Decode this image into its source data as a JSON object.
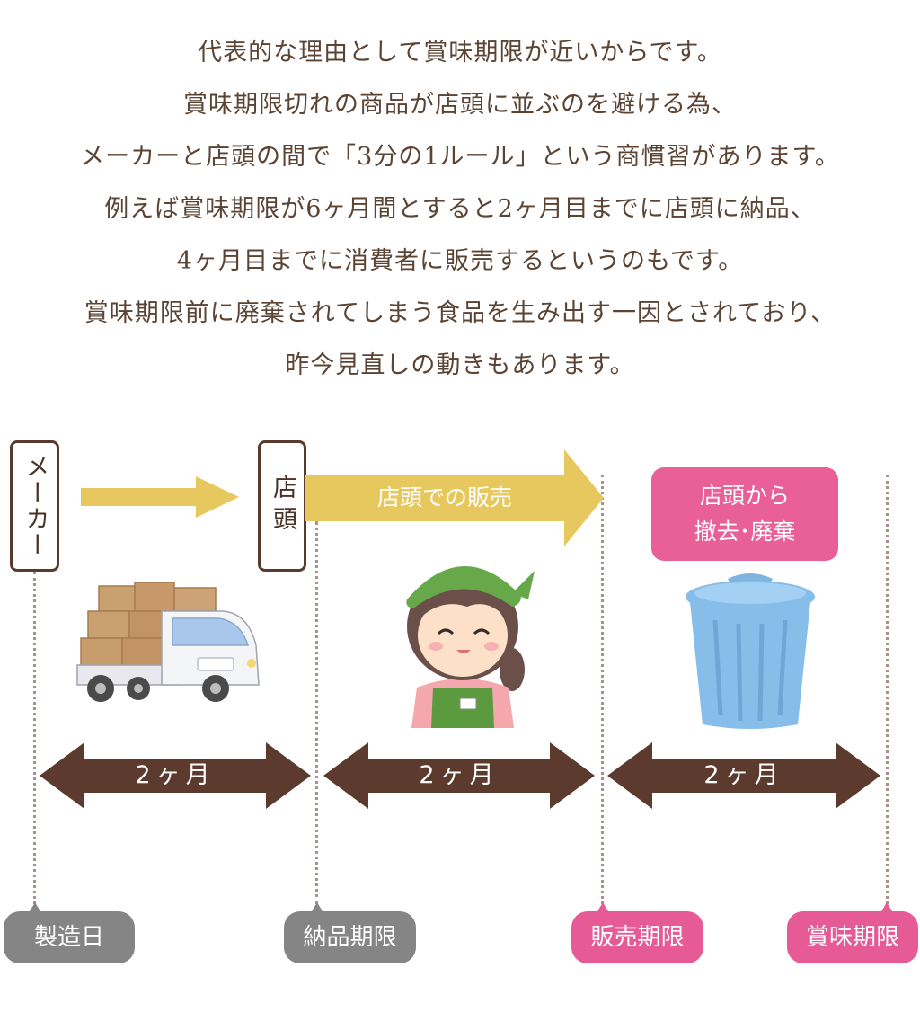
{
  "intro_lines": [
    "代表的な理由として賞味期限が近いからです。",
    "賞味期限切れの商品が店頭に並ぶのを避ける為、",
    "メーカーと店頭の間で「3分の1ルール」という商慣習があります。",
    "例えば賞味期限が6ヶ月間とすると2ヶ月目までに店頭に納品、",
    "4ヶ月目までに消費者に販売するというのもです。",
    "賞味期限前に廃棄されてしまう食品を生み出す一因とされており、",
    "昨今見直しの動きもあります。"
  ],
  "diagram": {
    "maker_label": "メーカー",
    "store_label": "店頭",
    "sale_banner": "店頭での販売",
    "removal_line1": "店頭から",
    "removal_line2": "撤去･廃棄",
    "durations": [
      "2ヶ月",
      "2ヶ月",
      "2ヶ月"
    ],
    "milestones": [
      {
        "label": "製造日",
        "style": "gray"
      },
      {
        "label": "納品期限",
        "style": "gray"
      },
      {
        "label": "販売期限",
        "style": "pink"
      },
      {
        "label": "賞味期限",
        "style": "pink"
      }
    ],
    "illustrations": [
      "delivery-truck",
      "store-clerk",
      "trash-can"
    ]
  },
  "colors": {
    "text": "#5b4434",
    "arrow_brown": "#5c3b2e",
    "banner_yellow": "#e6c85f",
    "pink": "#e95f98",
    "gray": "#858585"
  }
}
